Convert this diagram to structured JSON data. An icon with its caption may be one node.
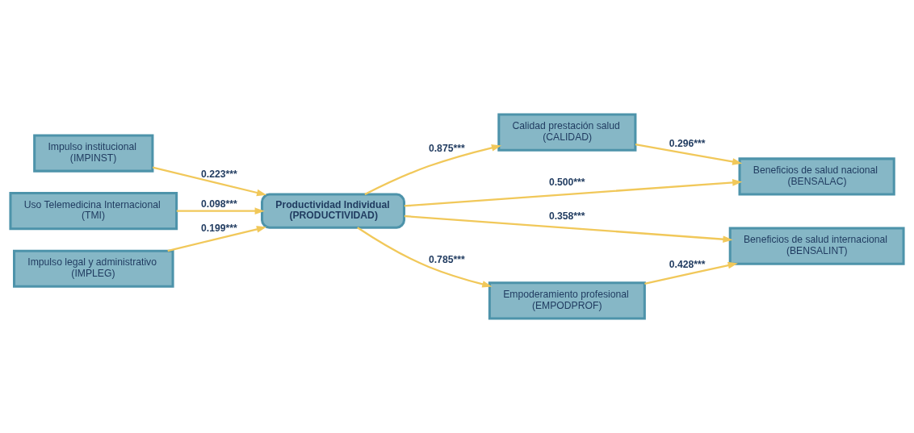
{
  "diagram": {
    "nodes": [
      {
        "text": [
          "Impulso institucional",
          "(IMPINST)"
        ]
      },
      {
        "text": [
          "Uso Telemedicina Internacional",
          "(TMI)"
        ]
      },
      {
        "text": [
          "Impulso legal y administrativo",
          "(IMPLEG)"
        ]
      },
      {
        "text": [
          "Calidad prestación salud",
          "(CALIDAD)"
        ]
      },
      {
        "text": [
          "Productividad Individual",
          "(PRODUCTIVIDAD)"
        ]
      },
      {
        "text": [
          "Empoderamiento profesional",
          "(EMPODPROF)"
        ]
      },
      {
        "text": [
          "Beneficios de salud nacional",
          "(BENSALAC)"
        ]
      },
      {
        "text": [
          "Beneficios de salud internacional",
          "(BENSALINT)"
        ]
      }
    ],
    "edges": [
      {
        "from": 0,
        "to": 4,
        "arrow": "to",
        "label": "0.223***"
      },
      {
        "from": 1,
        "to": 4,
        "arrow": "to",
        "label": "0.098***"
      },
      {
        "from": 2,
        "to": 4,
        "arrow": "to",
        "label": "0.199***"
      },
      {
        "from": 4,
        "to": 3,
        "arrow": "to",
        "label": "0.875***"
      },
      {
        "from": 4,
        "to": 5,
        "arrow": "to",
        "label": "0.785***"
      },
      {
        "from": 3,
        "to": 6,
        "arrow": "to",
        "label": "0.296***"
      },
      {
        "from": 4,
        "to": 6,
        "arrow": "to",
        "label": "0.500***"
      },
      {
        "from": 4,
        "to": 7,
        "arrow": "to",
        "label": "0.358***"
      },
      {
        "from": 5,
        "to": 7,
        "arrow": "to",
        "label": "0.428***"
      }
    ]
  }
}
